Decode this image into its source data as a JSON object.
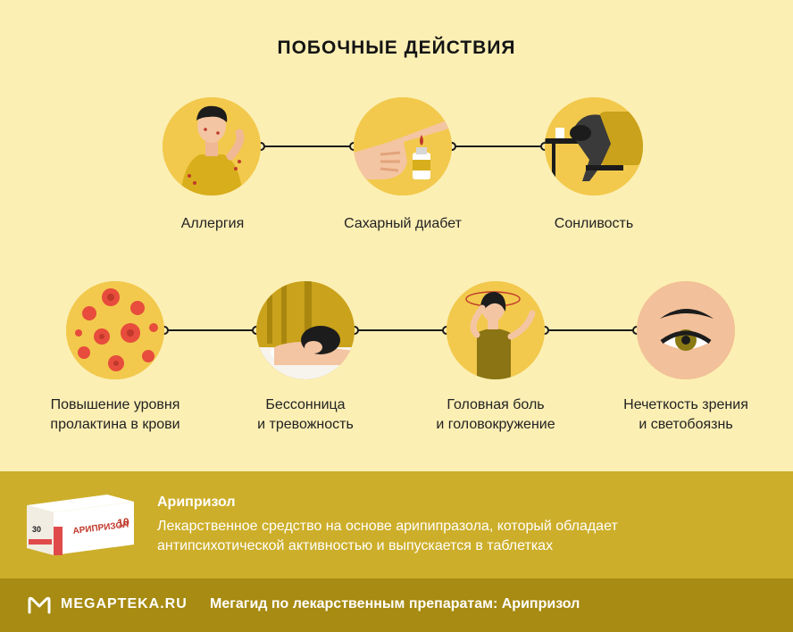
{
  "title": "ПОБОЧНЫЕ ДЕЙСТВИЯ",
  "effects_row1": [
    {
      "line1": "Аллергия",
      "icon": "allergy-icon"
    },
    {
      "line1": "Сахарный диабет",
      "icon": "diabetes-icon"
    },
    {
      "line1": "Сонливость",
      "icon": "drowsiness-icon"
    }
  ],
  "effects_row2": [
    {
      "line1": "Повышение уровня",
      "line2": "пролактина в крови",
      "icon": "prolactin-icon"
    },
    {
      "line1": "Бессонница",
      "line2": "и тревожность",
      "icon": "insomnia-icon"
    },
    {
      "line1": "Головная боль",
      "line2": "и головокружение",
      "icon": "headache-icon"
    },
    {
      "line1": "Нечеткость зрения",
      "line2": "и светобоязнь",
      "icon": "eye-icon"
    }
  ],
  "drug": {
    "name": "Арипризол",
    "description": "Лекарственное средство на основе арипипразола, который обладает антипсихотической активностью и выпускается в таблетках",
    "box_brand": "АРИПРИЗОЛ",
    "box_dose": "10",
    "box_count": "30"
  },
  "footer": {
    "logo": "MEGAPTEKA.RU",
    "text": "Мегагид по лекарственным препаратам: Арипризол"
  },
  "colors": {
    "background": "#fcefb4",
    "circle": "#f2c94c",
    "info_band": "#cdae2a",
    "footer_band": "#a78b12"
  }
}
